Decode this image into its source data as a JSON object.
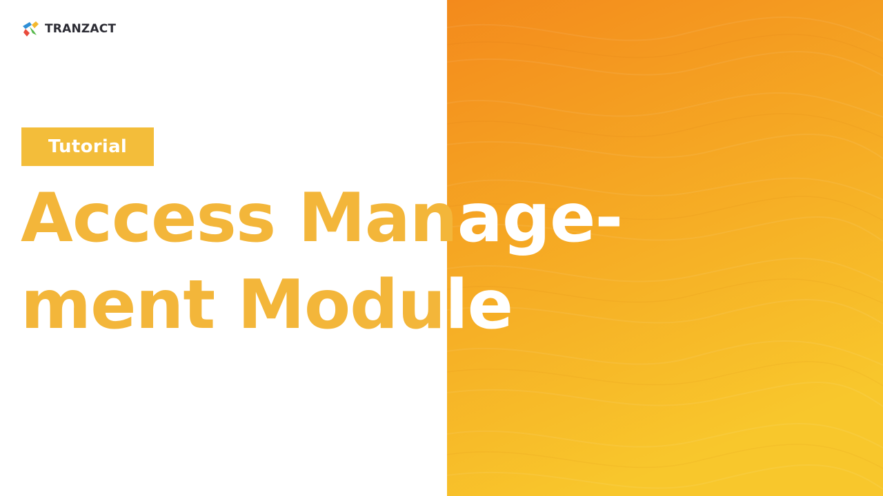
{
  "brand": {
    "name": "TRANZACT",
    "logo_colors": [
      "#2f8fd6",
      "#f4b82e",
      "#e94b3c",
      "#55b84a"
    ]
  },
  "tag": {
    "label": "Tutorial",
    "color": "#f3bd3a"
  },
  "title": {
    "line1_a": "Access Man",
    "line1_b": "age-",
    "line2_a": "ment Modu",
    "line2_b": "le",
    "color": "#f3b63a"
  },
  "background": {
    "left_color": "#ffffff",
    "right_gradient": [
      "#f38a1c",
      "#f5a623",
      "#f8c72c"
    ]
  }
}
